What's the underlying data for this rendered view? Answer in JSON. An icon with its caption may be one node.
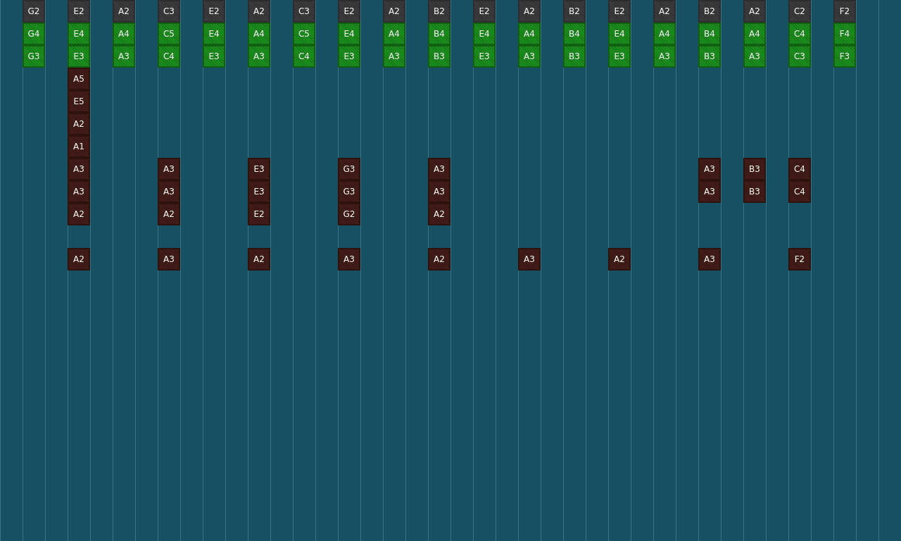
{
  "diagram": {
    "nodes": [
      {
        "text": [
          "G2"
        ]
      },
      {
        "text": [
          "E2"
        ]
      },
      {
        "text": [
          "A2"
        ]
      },
      {
        "text": [
          "C3"
        ]
      },
      {
        "text": [
          "E2"
        ]
      },
      {
        "text": [
          "A2"
        ]
      },
      {
        "text": [
          "C3"
        ]
      },
      {
        "text": [
          "E2"
        ]
      },
      {
        "text": [
          "A2"
        ]
      },
      {
        "text": [
          "B2"
        ]
      },
      {
        "text": [
          "E2"
        ]
      },
      {
        "text": [
          "A2"
        ]
      },
      {
        "text": [
          "B2"
        ]
      },
      {
        "text": [
          "E2"
        ]
      },
      {
        "text": [
          "A2"
        ]
      },
      {
        "text": [
          "B2"
        ]
      },
      {
        "text": [
          "A2"
        ]
      },
      {
        "text": [
          "C2"
        ]
      },
      {
        "text": [
          "F2"
        ]
      },
      {
        "text": [
          "G4"
        ]
      },
      {
        "text": [
          "E4"
        ]
      },
      {
        "text": [
          "A4"
        ]
      },
      {
        "text": [
          "C5"
        ]
      },
      {
        "text": [
          "E4"
        ]
      },
      {
        "text": [
          "A4"
        ]
      },
      {
        "text": [
          "C5"
        ]
      },
      {
        "text": [
          "E4"
        ]
      },
      {
        "text": [
          "A4"
        ]
      },
      {
        "text": [
          "B4"
        ]
      },
      {
        "text": [
          "E4"
        ]
      },
      {
        "text": [
          "A4"
        ]
      },
      {
        "text": [
          "B4"
        ]
      },
      {
        "text": [
          "E4"
        ]
      },
      {
        "text": [
          "A4"
        ]
      },
      {
        "text": [
          "B4"
        ]
      },
      {
        "text": [
          "A4"
        ]
      },
      {
        "text": [
          "C4"
        ]
      },
      {
        "text": [
          "F4"
        ]
      },
      {
        "text": [
          "G3"
        ]
      },
      {
        "text": [
          "E3"
        ]
      },
      {
        "text": [
          "A3"
        ]
      },
      {
        "text": [
          "C4"
        ]
      },
      {
        "text": [
          "E3"
        ]
      },
      {
        "text": [
          "A3"
        ]
      },
      {
        "text": [
          "C4"
        ]
      },
      {
        "text": [
          "E3"
        ]
      },
      {
        "text": [
          "A3"
        ]
      },
      {
        "text": [
          "B3"
        ]
      },
      {
        "text": [
          "E3"
        ]
      },
      {
        "text": [
          "A3"
        ]
      },
      {
        "text": [
          "B3"
        ]
      },
      {
        "text": [
          "E3"
        ]
      },
      {
        "text": [
          "A3"
        ]
      },
      {
        "text": [
          "B3"
        ]
      },
      {
        "text": [
          "A3"
        ]
      },
      {
        "text": [
          "C3"
        ]
      },
      {
        "text": [
          "F3"
        ]
      },
      {
        "text": [
          "A5"
        ]
      },
      {
        "text": [
          "E5"
        ]
      },
      {
        "text": [
          "A2"
        ]
      },
      {
        "text": [
          "A1"
        ]
      },
      {
        "text": [
          "A3"
        ]
      },
      {
        "text": [
          "A3"
        ]
      },
      {
        "text": [
          "E3"
        ]
      },
      {
        "text": [
          "G3"
        ]
      },
      {
        "text": [
          "A3"
        ]
      },
      {
        "text": [
          "A3"
        ]
      },
      {
        "text": [
          "B3"
        ]
      },
      {
        "text": [
          "C4"
        ]
      },
      {
        "text": [
          "A3"
        ]
      },
      {
        "text": [
          "A3"
        ]
      },
      {
        "text": [
          "E3"
        ]
      },
      {
        "text": [
          "G3"
        ]
      },
      {
        "text": [
          "A3"
        ]
      },
      {
        "text": [
          "A3"
        ]
      },
      {
        "text": [
          "B3"
        ]
      },
      {
        "text": [
          "C4"
        ]
      },
      {
        "text": [
          "A2"
        ]
      },
      {
        "text": [
          "A2"
        ]
      },
      {
        "text": [
          "E2"
        ]
      },
      {
        "text": [
          "G2"
        ]
      },
      {
        "text": [
          "A2"
        ]
      },
      {
        "text": [
          "A2"
        ]
      },
      {
        "text": [
          "A3"
        ]
      },
      {
        "text": [
          "A2"
        ]
      },
      {
        "text": [
          "A3"
        ]
      },
      {
        "text": [
          "A2"
        ]
      },
      {
        "text": [
          "A3"
        ]
      },
      {
        "text": [
          "A2"
        ]
      },
      {
        "text": [
          "A3"
        ]
      },
      {
        "text": [
          "F2"
        ]
      }
    ]
  }
}
